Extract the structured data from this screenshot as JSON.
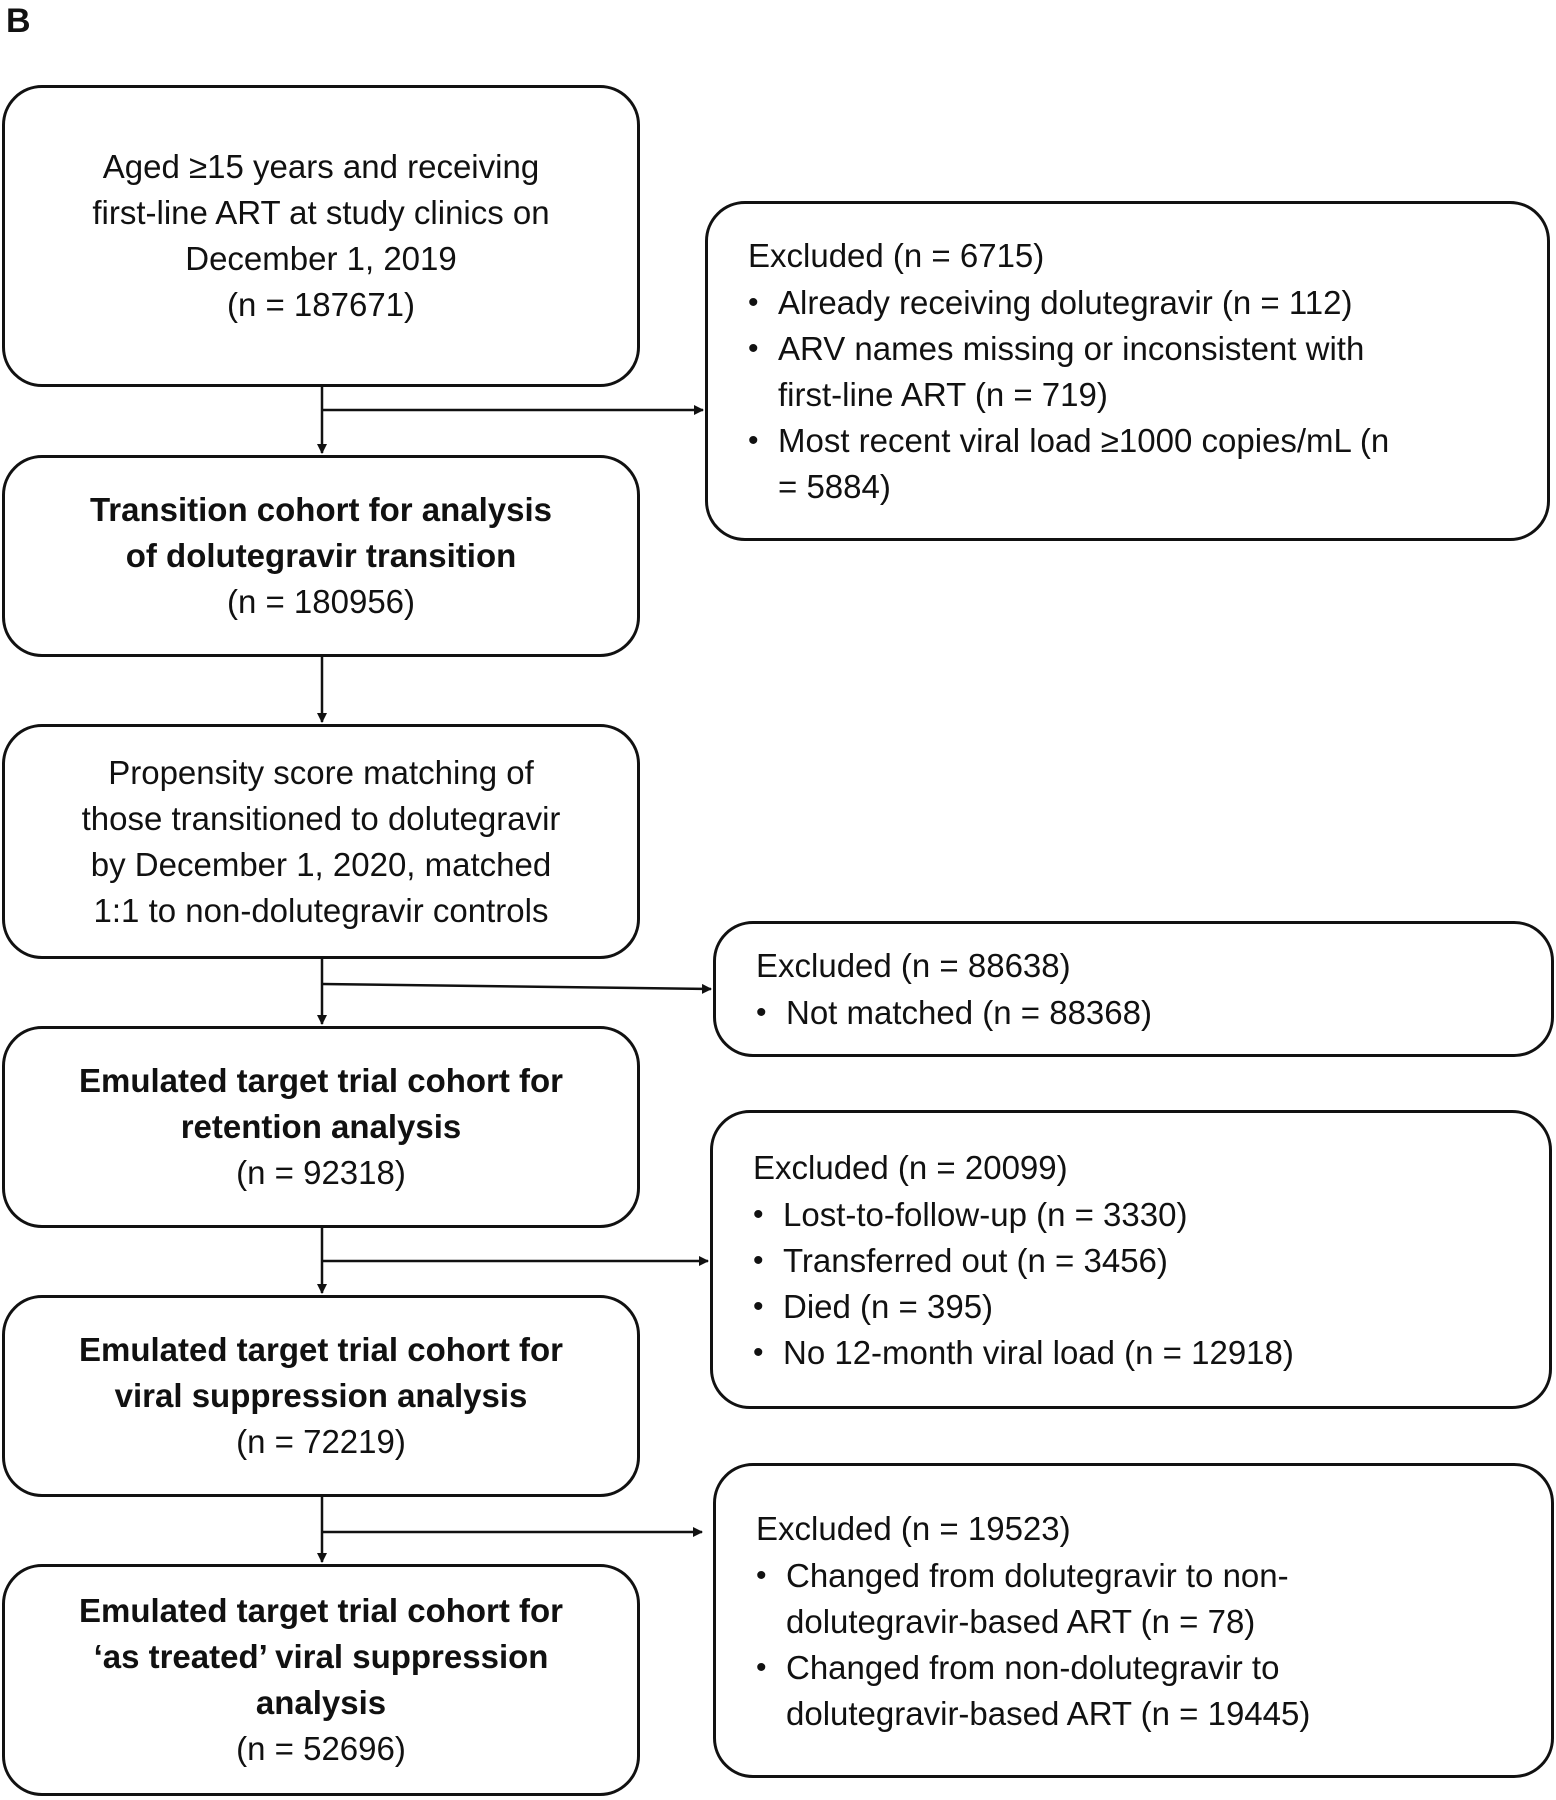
{
  "panel_label": "B",
  "main_boxes": [
    {
      "bold": false,
      "lines": [
        "Aged ≥15 years and receiving",
        "first-line ART at study clinics on",
        "December 1, 2019"
      ],
      "count": "(n = 187671)"
    },
    {
      "bold": true,
      "lines": [
        "Transition cohort for analysis",
        "of dolutegravir transition"
      ],
      "count": "(n = 180956)"
    },
    {
      "bold": false,
      "lines": [
        "Propensity score matching of",
        "those transitioned to dolutegravir",
        "by December 1, 2020, matched",
        "1:1 to non-dolutegravir controls"
      ],
      "count": ""
    },
    {
      "bold": true,
      "lines": [
        "Emulated target trial cohort for",
        "retention analysis"
      ],
      "count": "(n = 92318)"
    },
    {
      "bold": true,
      "lines": [
        "Emulated target trial cohort for",
        "viral suppression analysis"
      ],
      "count": "(n = 72219)"
    },
    {
      "bold": true,
      "lines": [
        "Emulated target trial cohort for",
        "‘as treated’ viral suppression",
        "analysis"
      ],
      "count": "(n = 52696)"
    }
  ],
  "excluded_boxes": [
    {
      "title": "Excluded (n = 6715)",
      "items": [
        [
          "Already receiving dolutegravir (n = 112)"
        ],
        [
          "ARV names missing or inconsistent with",
          "first-line ART (n = 719)"
        ],
        [
          "Most recent viral load ≥1000 copies/mL (n",
          "= 5884)"
        ]
      ]
    },
    {
      "title": "Excluded (n = 88638)",
      "items": [
        [
          "Not matched (n = 88368)"
        ]
      ]
    },
    {
      "title": "Excluded (n = 20099)",
      "items": [
        [
          "Lost-to-follow-up (n = 3330)"
        ],
        [
          "Transferred out (n = 3456)"
        ],
        [
          "Died (n = 395)"
        ],
        [
          "No 12-month viral load (n = 12918)"
        ]
      ]
    },
    {
      "title": "Excluded (n = 19523)",
      "items": [
        [
          "Changed from dolutegravir to non-",
          "dolutegravir-based ART (n = 78)"
        ],
        [
          "Changed from non-dolutegravir to",
          "dolutegravir-based ART (n = 19445)"
        ]
      ]
    }
  ]
}
